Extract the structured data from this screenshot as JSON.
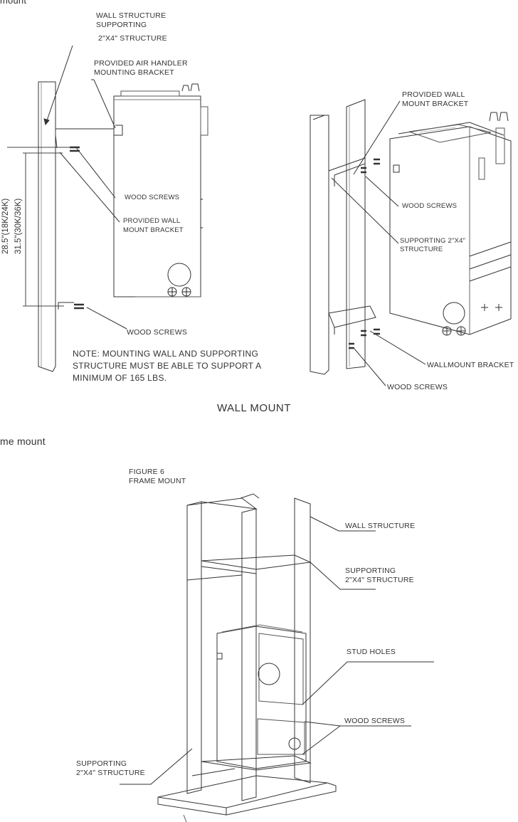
{
  "top_cutoff_label": "mount",
  "wall_mount": {
    "labels": {
      "wall_structure": "WALL STRUCTURE SUPPORTING",
      "structure_2x4": "2\"X4\" STRUCTURE",
      "air_handler_bracket_1": "PROVIDED AIR HANDLER",
      "air_handler_bracket_2": "MOUNTING BRACKET",
      "wood_screws_1": "WOOD SCREWS",
      "wall_mount_bracket_1": "PROVIDED WALL",
      "wall_mount_bracket_2": "MOUNT BRACKET",
      "wood_screws_2": "WOOD SCREWS",
      "dim_1": "28.5\"(18K/24K)",
      "dim_2": "31.5\"(30K/36K)",
      "note_1": "NOTE: MOUNTING WALL AND SUPPORTING",
      "note_2": "STRUCTURE MUST BE ABLE TO SUPPORT A",
      "note_3": "MINIMUM OF 165 LBS.",
      "right_wall_bracket_1": "PROVIDED WALL",
      "right_wall_bracket_2": "MOUNT BRACKET",
      "right_wood_screws": "WOOD SCREWS",
      "supporting_1": "SUPPORTING 2\"X4\"",
      "supporting_2": "STRUCTURE",
      "wallmount_bracket": "WALLMOUNT BRACKET",
      "right_wood_screws_2": "WOOD SCREWS"
    },
    "caption": "WALL MOUNT"
  },
  "frame_mount": {
    "section_label": "me mount",
    "figure_label_1": "FIGURE 6",
    "figure_label_2": "FRAME MOUNT",
    "labels": {
      "wall_structure": "WALL STRUCTURE",
      "supporting_1": "SUPPORTING",
      "supporting_2": "2\"X4\" STRUCTURE",
      "stud_holes": "STUD HOLES",
      "wood_screws": "WOOD SCREWS",
      "left_supporting_1": "SUPPORTING",
      "left_supporting_2": "2\"X4\" STRUCTURE"
    }
  }
}
